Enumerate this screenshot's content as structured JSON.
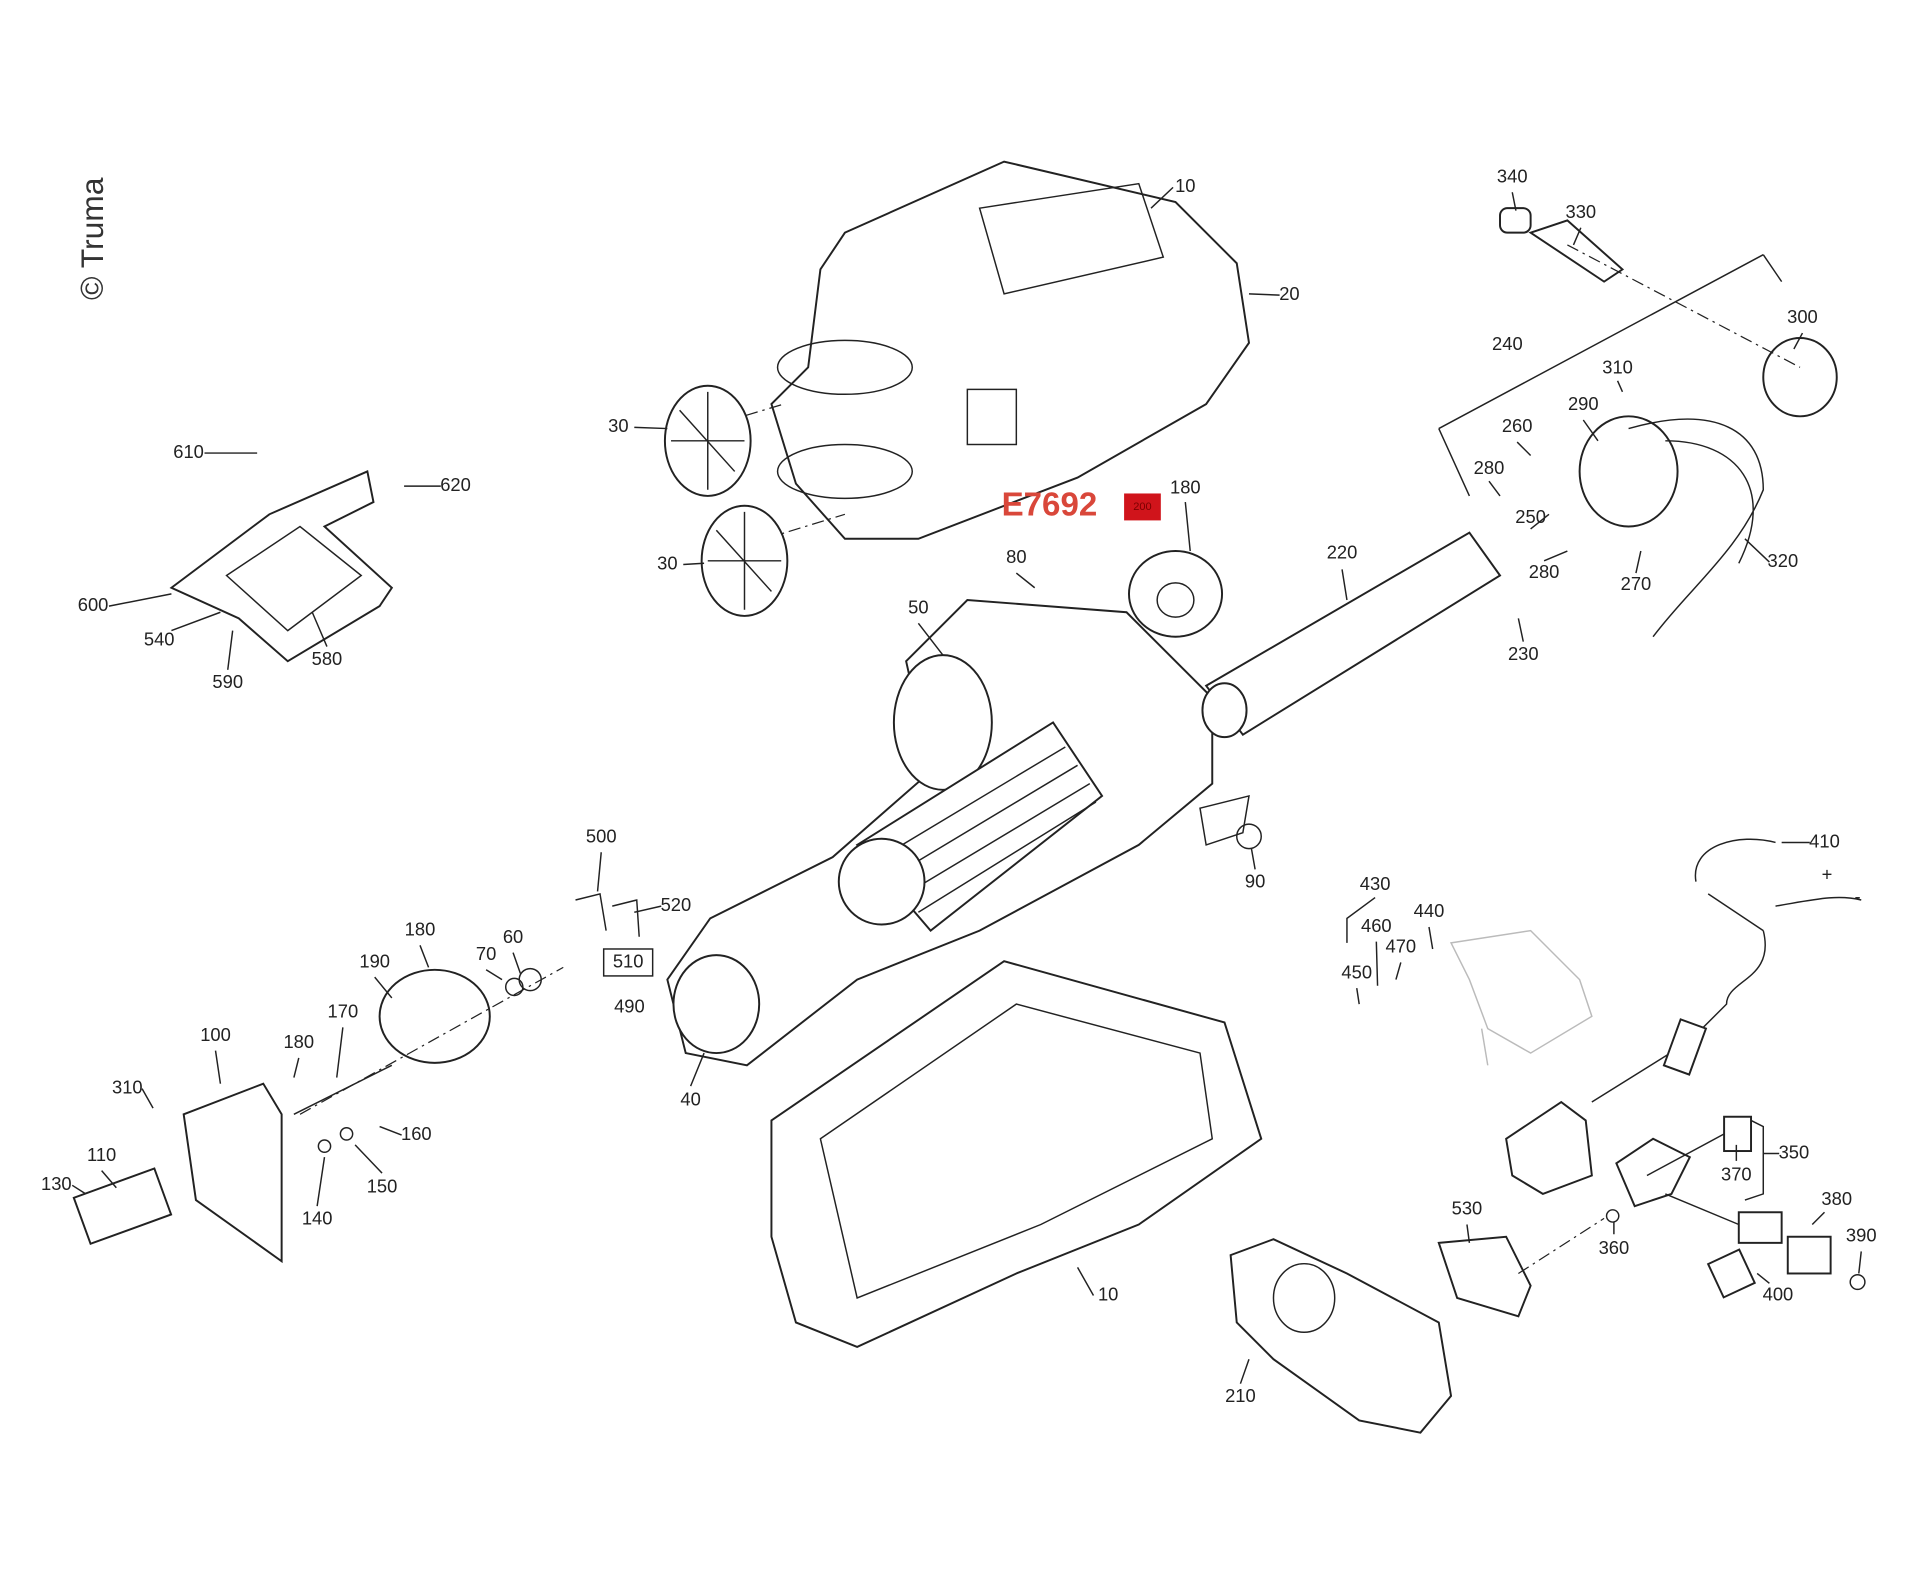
{
  "copyright": "© Truma",
  "highlight": {
    "code": "E7692",
    "tag": "200",
    "color": "#d0141b",
    "code_color": "#d9473a"
  },
  "labels": {
    "l10a": "10",
    "l20": "20",
    "l30a": "30",
    "l30b": "30",
    "l340": "340",
    "l330": "330",
    "l300": "300",
    "l240": "240",
    "l310a": "310",
    "l290": "290",
    "l260": "260",
    "l280a": "280",
    "l250": "250",
    "l280b": "280",
    "l270": "270",
    "l320": "320",
    "l230": "230",
    "l220": "220",
    "l180a": "180",
    "l80": "80",
    "l50": "50",
    "l610": "610",
    "l620": "620",
    "l600": "600",
    "l540": "540",
    "l580": "580",
    "l590": "590",
    "l500": "500",
    "l520": "520",
    "l510": "510",
    "l490": "490",
    "l90": "90",
    "l40": "40",
    "l180b": "180",
    "l190": "190",
    "l70": "70",
    "l60": "60",
    "l170": "170",
    "l100": "100",
    "l180c": "180",
    "l310b": "310",
    "l160": "160",
    "l110": "110",
    "l130": "130",
    "l150": "150",
    "l140": "140",
    "l10b": "10",
    "l410": "410",
    "lplus": "+",
    "lminus": "-",
    "l430": "430",
    "l460": "460",
    "l440": "440",
    "l470": "470",
    "l450": "450",
    "l350": "350",
    "l370": "370",
    "l380": "380",
    "l390": "390",
    "l360": "360",
    "l530": "530",
    "l400": "400",
    "l210": "210"
  }
}
